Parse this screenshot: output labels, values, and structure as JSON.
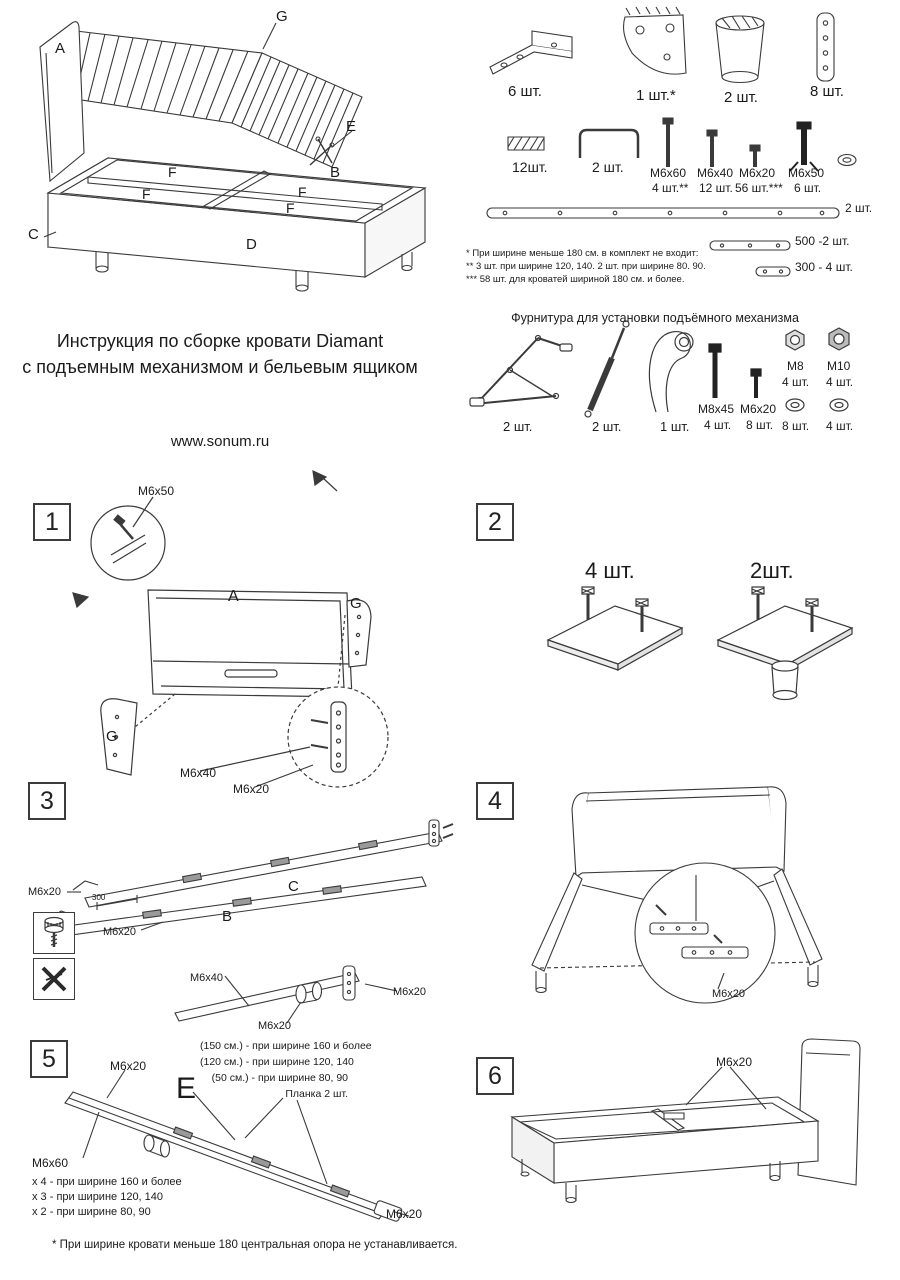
{
  "page": {
    "title_line1": "Инструкция по сборке кровати Diamant",
    "title_line2": "с подъемным механизмом и бельевым ящиком",
    "website": "www.sonum.ru",
    "footer_note": "* При ширине кровати меньше 180 центральная опора не устанавливается."
  },
  "overview": {
    "labels": {
      "g": "G",
      "a": "A",
      "e": "E",
      "b": "B",
      "c": "C",
      "d": "D",
      "f1": "F",
      "f2": "F",
      "f3": "F",
      "f4": "F"
    }
  },
  "hardware": {
    "items_row1": [
      {
        "icon": "corner-bracket-icon",
        "qty": "6 шт."
      },
      {
        "icon": "curved-plate-icon",
        "qty": "1 шт.*"
      },
      {
        "icon": "cylinder-leg-icon",
        "qty": "2 шт."
      },
      {
        "icon": "mounting-plate-icon",
        "qty": "8 шт."
      }
    ],
    "items_row2": [
      {
        "icon": "clip-block-icon",
        "qty": "12шт."
      },
      {
        "icon": "u-bracket-icon",
        "qty": "2 шт."
      }
    ],
    "bolts": [
      {
        "label": "М6х60",
        "qty": "4 шт.**"
      },
      {
        "label": "М6х40",
        "qty": "12 шт."
      },
      {
        "label": "М6х20",
        "qty": "56 шт.***"
      },
      {
        "label": "М6х50",
        "qty": "6 шт."
      }
    ],
    "rail_long_qty": "2 шт.",
    "rail_500": "500 -2 шт.",
    "rail_300": "300 - 4 шт.",
    "footnotes": [
      "* При ширине меньше 180 см. в комплект не входит:",
      "** 3 шт. при ширине 120, 140. 2 шт. при ширине 80. 90.",
      "*** 58 шт. для кроватей шириной 180 см. и более."
    ]
  },
  "lift_hardware": {
    "title": "Фурнитура для установки подъёмного механизма",
    "mechanism_qty": "2 шт.",
    "strut_qty": "2 шт.",
    "strap_qty": "1 шт.",
    "bolt1_label": "М8х45",
    "bolt1_qty": "4 шт.",
    "bolt2_label": "М6х20",
    "bolt2_qty": "8 шт.",
    "nut1_label": "М8",
    "nut1_qty": "4 шт.",
    "nut2_label": "М10",
    "nut2_qty": "4 шт.",
    "washer1_qty": "8 шт.",
    "washer2_qty": "4 шт."
  },
  "steps": {
    "s1": {
      "num": "1",
      "m6x50": "М6х50",
      "a": "A",
      "g_right": "G",
      "g_left": "G",
      "m6x40": "М6х40",
      "m6x20": "М6х20"
    },
    "s2": {
      "num": "2",
      "qty4": "4 шт.",
      "qty2": "2шт."
    },
    "s3": {
      "num": "3",
      "m6x20_left": "М6х20",
      "dim_300": "300",
      "m6x20_mid": "М6х20",
      "c": "C",
      "b": "B",
      "m6x40": "М6х40",
      "m6x20_right": "М6х20",
      "m6x20_bottom": "М6х20"
    },
    "s4": {
      "num": "4",
      "m6x20": "М6х20"
    },
    "s5": {
      "num": "5",
      "m6x20_top": "М6х20",
      "e": "E",
      "size_notes": [
        "(150 см.) - при ширине 160 и более",
        "(120 см.) - при ширине 120, 140",
        "(50 см.) - при ширине 80, 90"
      ],
      "plank_note": "Планка 2 шт.",
      "m6x60": "М6х60",
      "m6x60_notes": [
        "х 4 - при ширине 160 и более",
        "х 3 - при ширине 120, 140",
        "х 2 - при ширине 80, 90"
      ],
      "m6x20_bottom": "М6х20"
    },
    "s6": {
      "num": "6",
      "m6x20": "М6х20"
    }
  }
}
